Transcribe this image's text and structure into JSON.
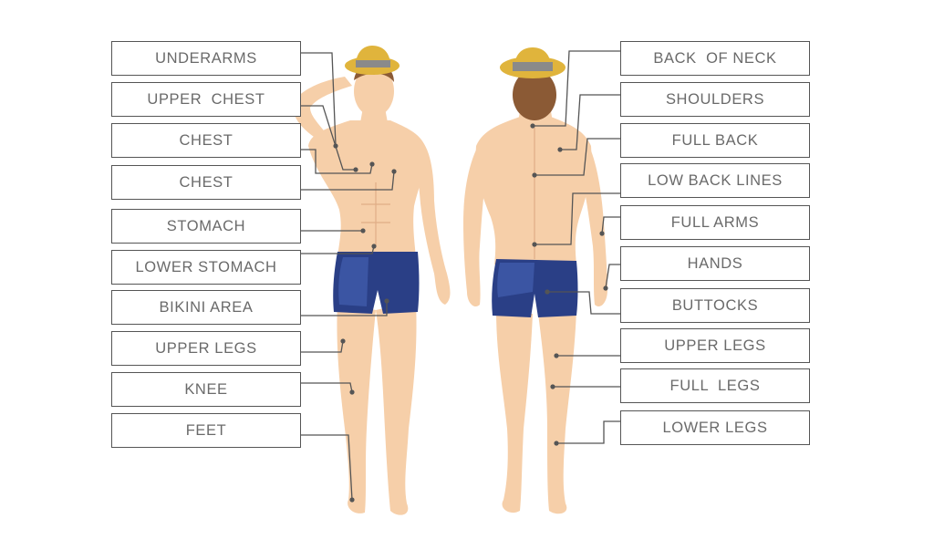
{
  "front_labels": [
    {
      "id": "underarms",
      "text": "UNDERARMS"
    },
    {
      "id": "upper-chest",
      "text": "UPPER  CHEST"
    },
    {
      "id": "chest-1",
      "text": "CHEST"
    },
    {
      "id": "chest-2",
      "text": "CHEST"
    },
    {
      "id": "stomach",
      "text": "STOMACH"
    },
    {
      "id": "lower-stomach",
      "text": "LOWER STOMACH"
    },
    {
      "id": "bikini-area",
      "text": "BIKINI AREA"
    },
    {
      "id": "upper-legs-front",
      "text": "UPPER LEGS"
    },
    {
      "id": "knee",
      "text": "KNEE"
    },
    {
      "id": "feet",
      "text": "FEET"
    }
  ],
  "back_labels": [
    {
      "id": "back-of-neck",
      "text": "BACK  OF NECK"
    },
    {
      "id": "shoulders",
      "text": "SHOULDERS"
    },
    {
      "id": "full-back",
      "text": "FULL BACK"
    },
    {
      "id": "low-back-lines",
      "text": "LOW BACK LINES"
    },
    {
      "id": "full-arms",
      "text": "FULL ARMS"
    },
    {
      "id": "hands",
      "text": "HANDS"
    },
    {
      "id": "buttocks",
      "text": "BUTTOCKS"
    },
    {
      "id": "upper-legs-back",
      "text": "UPPER LEGS"
    },
    {
      "id": "full-legs",
      "text": "FULL  LEGS"
    },
    {
      "id": "lower-legs",
      "text": "LOWER LEGS"
    }
  ],
  "colors": {
    "skin": "#f6cfa9",
    "skin_shade": "#e9b891",
    "shorts": "#2a3f86",
    "shorts_light": "#3b55a3",
    "hat": "#e0b43c",
    "hat_band": "#8a8a8a",
    "hair": "#8b5a35",
    "line": "#555555",
    "label_text": "#6a6a6a"
  }
}
